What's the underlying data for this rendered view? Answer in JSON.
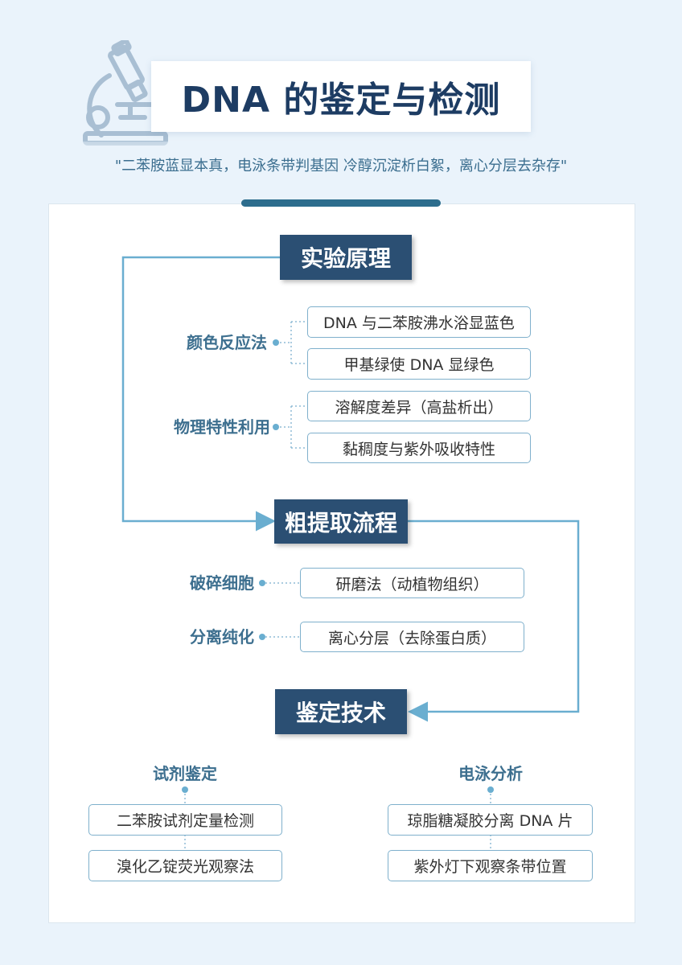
{
  "header": {
    "title": "DNA 的鉴定与检测",
    "subtitle": "\"二苯胺蓝显本真，电泳条带判基因 冷醇沉淀析白絮，离心分层去杂存\"",
    "icon": "microscope-icon"
  },
  "sections": {
    "principle": {
      "title": "实验原理",
      "groups": [
        {
          "label": "颜色反应法",
          "items": [
            "DNA 与二苯胺沸水浴显蓝色",
            "甲基绿使 DNA 显绿色"
          ]
        },
        {
          "label": "物理特性利用",
          "items": [
            "溶解度差异（高盐析出）",
            "黏稠度与紫外吸收特性"
          ]
        }
      ]
    },
    "extraction": {
      "title": "粗提取流程",
      "groups": [
        {
          "label": "破碎细胞",
          "items": [
            "研磨法（动植物组织）"
          ]
        },
        {
          "label": "分离纯化",
          "items": [
            "离心分层（去除蛋白质）"
          ]
        }
      ]
    },
    "identification": {
      "title": "鉴定技术",
      "groups": [
        {
          "label": "试剂鉴定",
          "items": [
            "二苯胺试剂定量检测",
            "溴化乙锭荧光观察法"
          ]
        },
        {
          "label": "电泳分析",
          "items": [
            "琼脂糖凝胶分离 DNA 片",
            "紫外灯下观察条带位置"
          ]
        }
      ]
    }
  },
  "colors": {
    "heading_bg": "#2b4f73",
    "accent": "#6aaed0",
    "category_text": "#3d6f8f",
    "title_text": "#1d3c63"
  }
}
